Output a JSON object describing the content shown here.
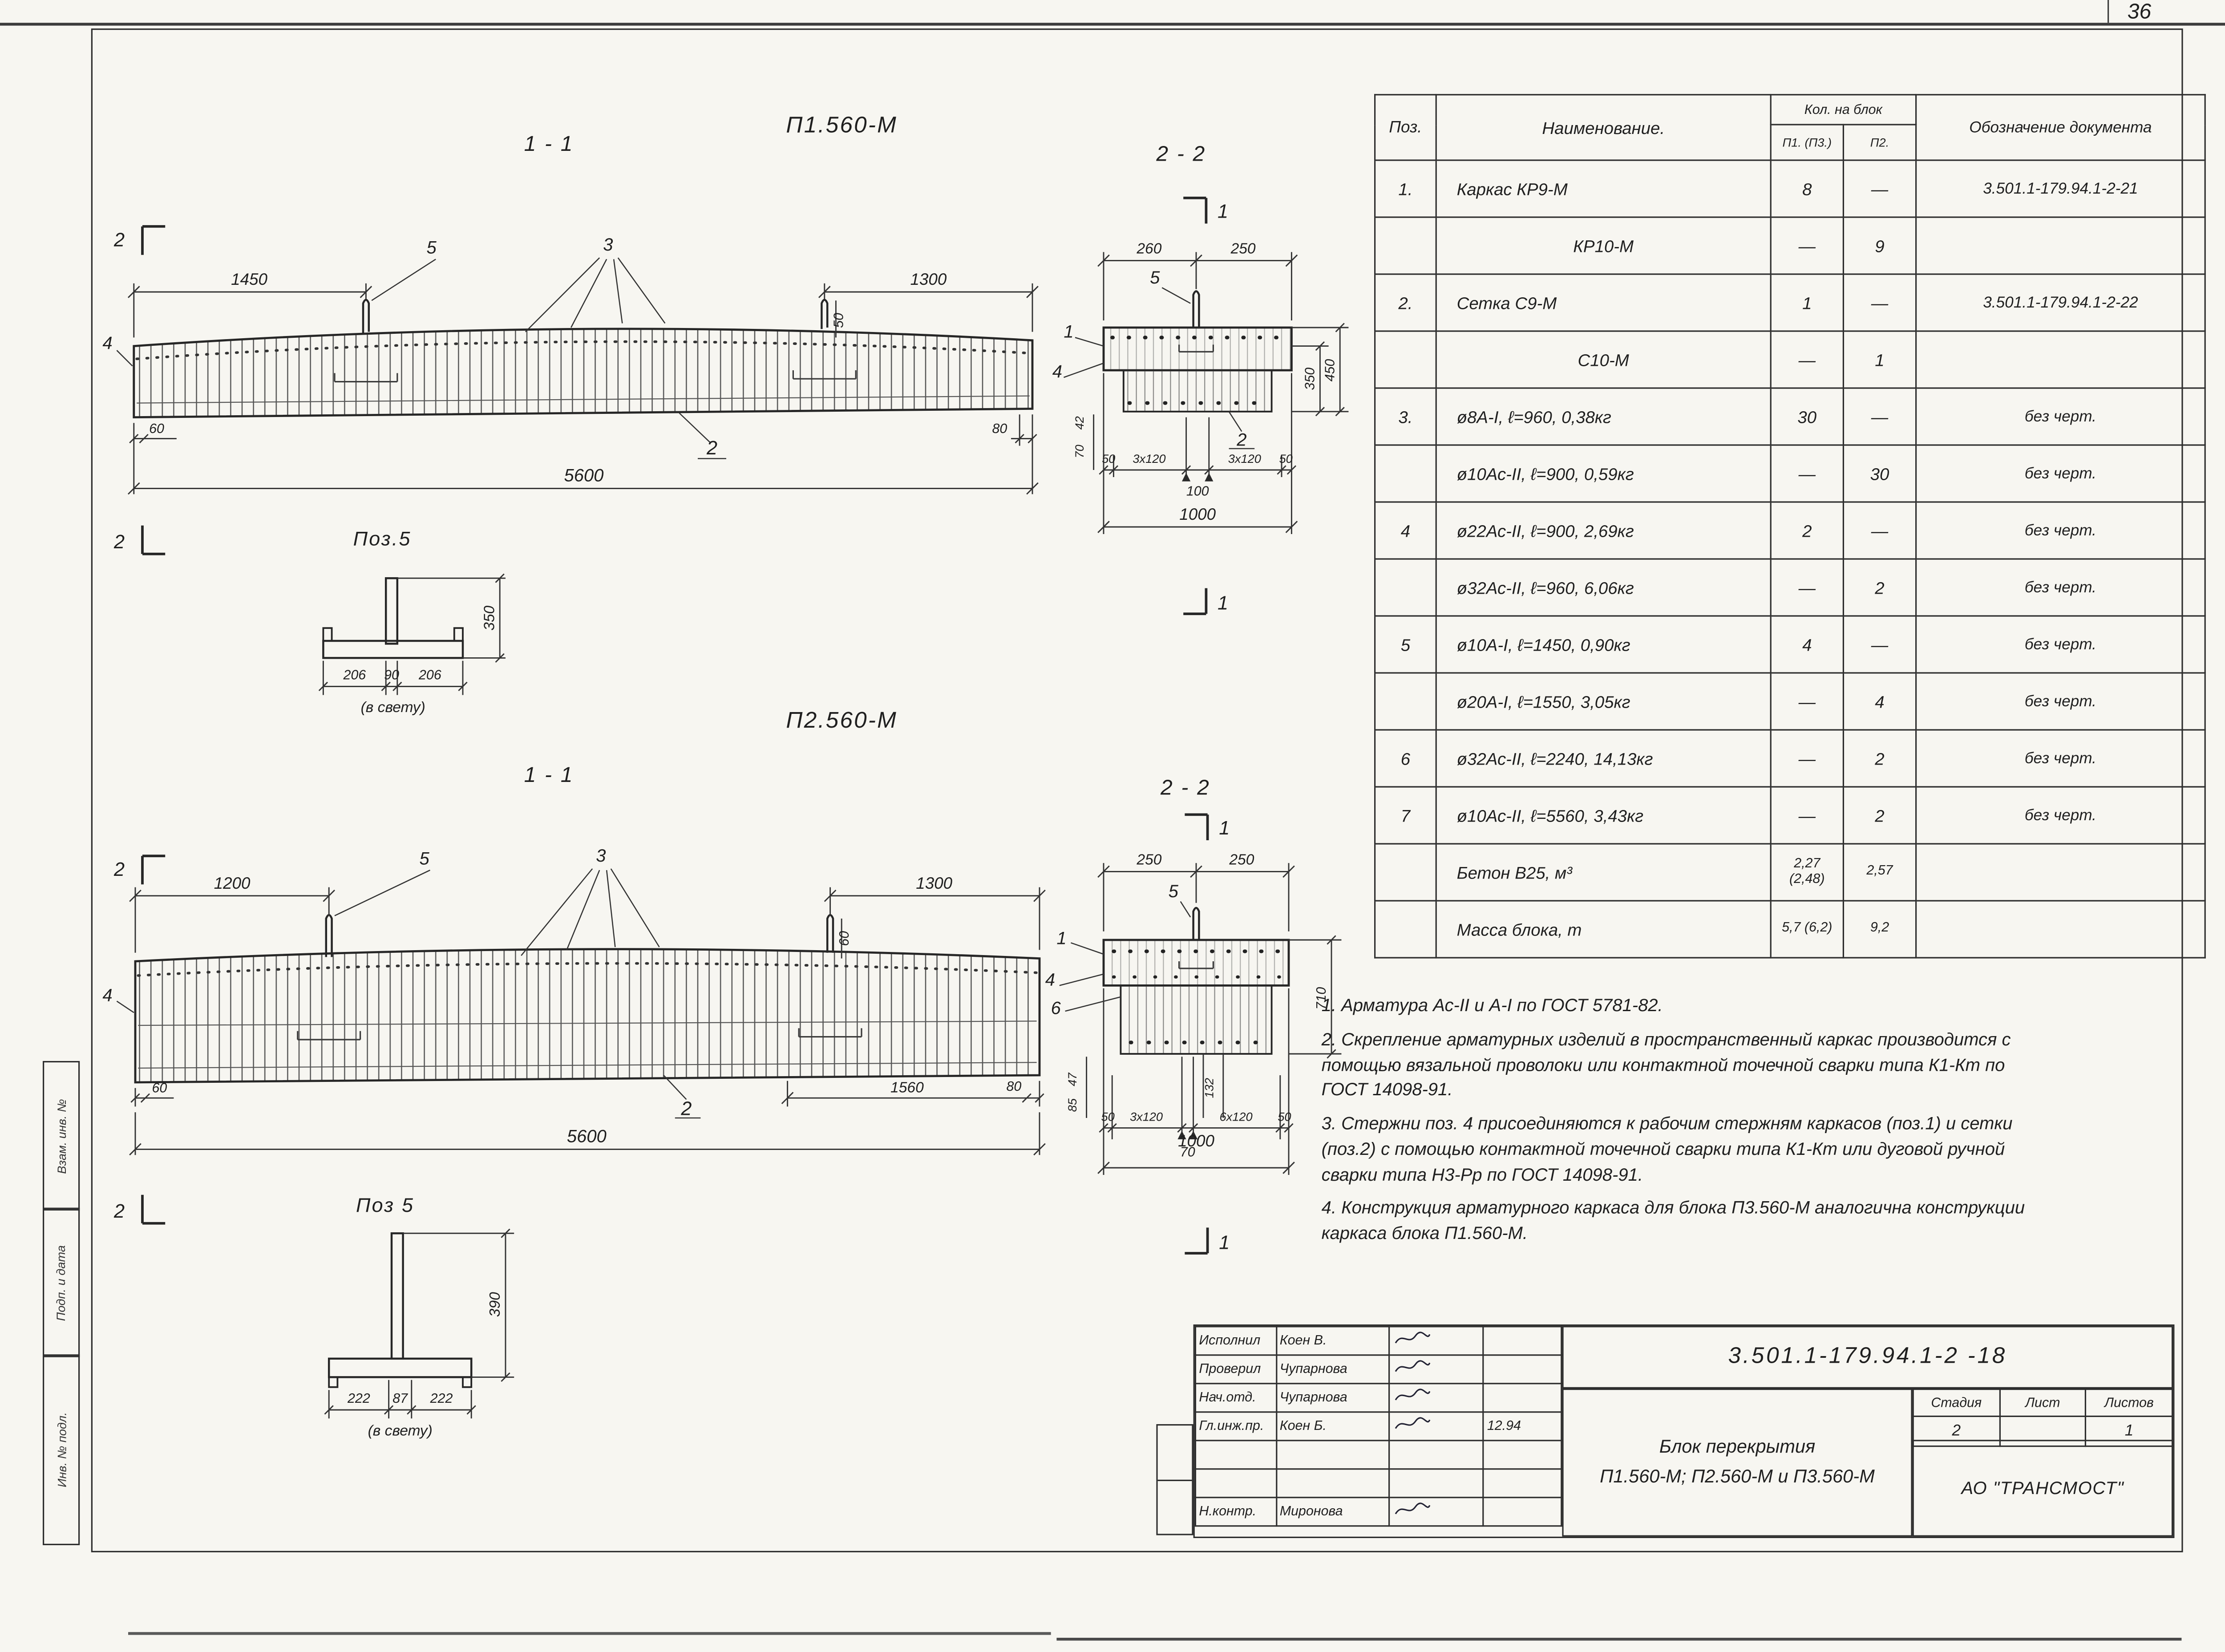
{
  "page": {
    "number": "36"
  },
  "p1": {
    "title": "П1.560-М",
    "s11": {
      "label": "1 - 1",
      "dim_left": "1450",
      "dim_right": "1300",
      "dim_total": "5600",
      "dim_stub": "50",
      "dim_end_left": "60",
      "dim_end_right": "80",
      "callout_anchor": "5",
      "callout_mesh": "3",
      "callout_pos2": "2",
      "callout_pos4": "4",
      "marker": "2"
    },
    "s22": {
      "label": "2 - 2",
      "marker": "1",
      "dim_top_left": "260",
      "dim_top_right": "250",
      "callout_anchor": "5",
      "callout_pos1": "1",
      "callout_pos4": "4",
      "callout_pos2": "2",
      "dim_h1": "350",
      "dim_h2": "450",
      "dim_s1": "42",
      "dim_s2": "70",
      "chain": [
        "50",
        "3х120",
        "3х120",
        "50"
      ],
      "dim_mid": "100",
      "dim_total": "1000"
    },
    "pos5": {
      "label": "Поз.5",
      "dim_h": "350",
      "dim_b1": "206",
      "dim_b2": "90",
      "dim_b3": "206",
      "note": "(в свету)"
    }
  },
  "p2": {
    "title": "П2.560-М",
    "s11": {
      "label": "1 - 1",
      "dim_left": "1200",
      "dim_right": "1300",
      "dim_inner": "1560",
      "dim_total": "5600",
      "dim_stub": "60",
      "dim_end_left": "60",
      "dim_end_right": "80",
      "callout_anchor": "5",
      "callout_mesh": "3",
      "callout_pos2": "2",
      "callout_pos4": "4",
      "marker": "2"
    },
    "s22": {
      "label": "2 - 2",
      "marker": "1",
      "dim_top_left": "250",
      "dim_top_right": "250",
      "callout_anchor": "5",
      "callout_pos1": "1",
      "callout_pos4": "4",
      "callout_pos6": "6",
      "dim_h": "710",
      "dim_s1": "47",
      "dim_s2": "85",
      "dim_s3": "132",
      "chain": [
        "50",
        "3х120",
        "6х120",
        "50"
      ],
      "dim_mid": "70",
      "dim_total": "1000"
    },
    "pos5": {
      "label": "Поз 5",
      "dim_h": "390",
      "dim_b1": "222",
      "dim_b2": "87",
      "dim_b3": "222",
      "note": "(в свету)"
    }
  },
  "spec": {
    "h_pos": "Поз.",
    "h_name": "Наименование.",
    "h_qty": "Кол. на блок",
    "h_q1": "П1. (П3.)",
    "h_q2": "П2.",
    "h_doc": "Обозначение документа",
    "rows": [
      {
        "pos": "1.",
        "name": "Каркас  КР9-М",
        "q1": "8",
        "q2": "—",
        "doc": "3.501.1-179.94.1-2-21"
      },
      {
        "pos": "",
        "name": "КР10-М",
        "q1": "—",
        "q2": "9",
        "doc": ""
      },
      {
        "pos": "2.",
        "name": "Сетка  С9-М",
        "q1": "1",
        "q2": "—",
        "doc": "3.501.1-179.94.1-2-22"
      },
      {
        "pos": "",
        "name": "С10-М",
        "q1": "—",
        "q2": "1",
        "doc": ""
      },
      {
        "pos": "3.",
        "name": "ø8А-I,  ℓ=960,  0,38кг",
        "q1": "30",
        "q2": "—",
        "doc": "без черт."
      },
      {
        "pos": "",
        "name": "ø10Ас-II,  ℓ=900,  0,59кг",
        "q1": "—",
        "q2": "30",
        "doc": "без черт."
      },
      {
        "pos": "4",
        "name": "ø22Ас-II,  ℓ=900,  2,69кг",
        "q1": "2",
        "q2": "—",
        "doc": "без черт."
      },
      {
        "pos": "",
        "name": "ø32Ас-II,  ℓ=960,  6,06кг",
        "q1": "—",
        "q2": "2",
        "doc": "без черт."
      },
      {
        "pos": "5",
        "name": "ø10А-I,  ℓ=1450,  0,90кг",
        "q1": "4",
        "q2": "—",
        "doc": "без черт."
      },
      {
        "pos": "",
        "name": "ø20А-I,  ℓ=1550,  3,05кг",
        "q1": "—",
        "q2": "4",
        "doc": "без черт."
      },
      {
        "pos": "6",
        "name": "ø32Ас-II,  ℓ=2240,  14,13кг",
        "q1": "—",
        "q2": "2",
        "doc": "без черт."
      },
      {
        "pos": "7",
        "name": "ø10Ас-II,  ℓ=5560,  3,43кг",
        "q1": "—",
        "q2": "2",
        "doc": "без черт."
      },
      {
        "pos": "",
        "name": "Бетон  В25,  м³",
        "q1": "2,27 (2,48)",
        "q2": "2,57",
        "doc": ""
      },
      {
        "pos": "",
        "name": "Масса блока,  т",
        "q1": "5,7 (6,2)",
        "q2": "9,2",
        "doc": ""
      }
    ]
  },
  "notes": [
    "1. Арматура Ас-II и А-I по ГОСТ 5781-82.",
    "2. Скрепление арматурных изделий в пространственный каркас производится с помощью вязальной проволоки или контактной точечной сварки типа К1-Кт по ГОСТ 14098-91.",
    "3. Стержни поз. 4 присоединяются к рабочим стержням каркасов (поз.1) и сетки (поз.2) с помощью контактной точечной сварки типа К1-Кт или дуговой ручной сварки типа Н3-Рр по ГОСТ 14098-91.",
    "4. Конструкция арматурного каркаса для блока П3.560-М аналогична конструкции каркаса блока П1.560-М."
  ],
  "titleblock": {
    "sign_rows": [
      {
        "role": "Исполнил",
        "name": "Коен В.",
        "date": ""
      },
      {
        "role": "Проверил",
        "name": "Чупарнова",
        "date": ""
      },
      {
        "role": "Нач.отд.",
        "name": "Чупарнова",
        "date": ""
      },
      {
        "role": "Гл.инж.пр.",
        "name": "Коен Б.",
        "date": "12.94"
      },
      {
        "role": "",
        "name": "",
        "date": ""
      },
      {
        "role": "",
        "name": "",
        "date": ""
      },
      {
        "role": "Н.контр.",
        "name": "Миронова",
        "date": ""
      }
    ],
    "doc_number": "3.501.1-179.94.1-2 -18",
    "doc_title_1": "Блок  перекрытия",
    "doc_title_2": "П1.560-М; П2.560-М и П3.560-М",
    "stage_label": "Стадия",
    "sheet_label": "Лист",
    "sheets_label": "Листов",
    "stage": "2",
    "sheet": "",
    "sheets": "1",
    "company": "АО  \"ТРАНСМОСТ\""
  },
  "margin": {
    "strip1": "Взам. инв. №",
    "strip2": "Подп. и дата",
    "strip3": "Инв. № подл."
  }
}
